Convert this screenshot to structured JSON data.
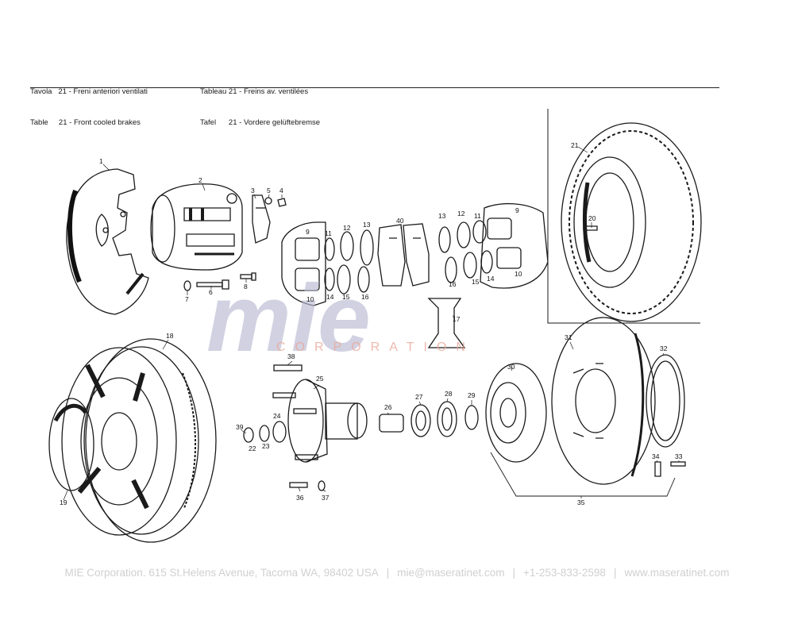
{
  "header": {
    "left": [
      {
        "word": "Tavola",
        "num": "21",
        "title": "Freni anteriori ventilati"
      },
      {
        "word": "Table",
        "num": "21",
        "title": "Front cooled brakes"
      }
    ],
    "right": [
      {
        "word": "Tableau",
        "num": "21",
        "title": "Freins av. ventilées"
      },
      {
        "word": "Tafel",
        "num": "21",
        "title": "Vordere gelüftebremse"
      }
    ]
  },
  "watermark": {
    "brand": "mie",
    "corporation": "CORPORATION",
    "color": "#b9b8d3",
    "accent": "#e8a99a"
  },
  "part_labels": {
    "p1": "1",
    "p2": "2",
    "p3": "3",
    "p4": "4",
    "p5": "5",
    "p6": "6",
    "p7": "7",
    "p8": "8",
    "p9a": "9",
    "p9b": "9",
    "p10a": "10",
    "p10b": "10",
    "p11a": "11",
    "p11b": "11",
    "p12a": "12",
    "p12b": "12",
    "p13a": "13",
    "p13b": "13",
    "p14a": "14",
    "p14b": "14",
    "p15a": "15",
    "p15b": "15",
    "p16a": "16",
    "p16b": "16",
    "p17": "17",
    "p18": "18",
    "p19": "19",
    "p20": "20",
    "p21": "21",
    "p22": "22",
    "p23": "23",
    "p24": "24",
    "p25": "25",
    "p26": "26",
    "p27": "27",
    "p28": "28",
    "p29": "29",
    "p30": "30",
    "p31": "31",
    "p32": "32",
    "p33": "33",
    "p34": "34",
    "p35": "35",
    "p36": "36",
    "p37": "37",
    "p38": "38",
    "p39": "39",
    "p40": "40"
  },
  "footer": {
    "company": "MIE Corporation. 615 St.Helens Avenue, Tacoma WA, 98402 USA",
    "email": "mie@maseratinet.com",
    "phone": "+1-253-833-2598",
    "website": "www.maseratinet.com"
  }
}
